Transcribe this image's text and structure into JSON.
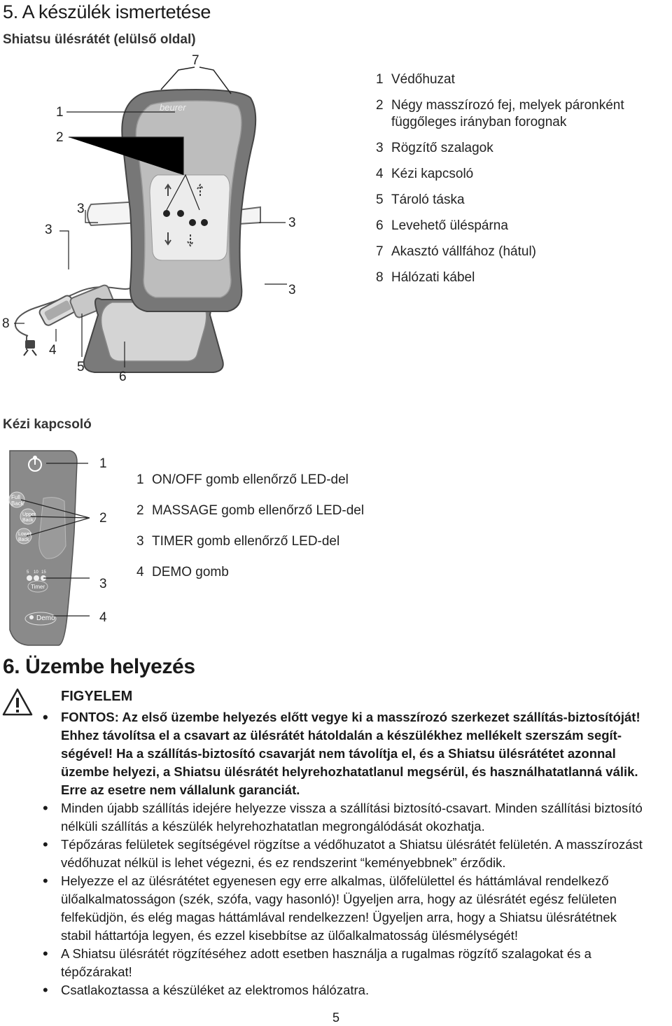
{
  "section5": {
    "title": "5. A készülék ismertetése",
    "subtitle_front": "Shiatsu ülésrátét (elülső oldal)",
    "callouts": {
      "c7": "7",
      "c1": "1",
      "c2": "2",
      "c3a": "3",
      "c3b": "3",
      "c3c": "3",
      "c3d": "3",
      "c8": "8",
      "c4": "4",
      "c5": "5",
      "c6": "6"
    },
    "brand": "beurer",
    "parts": [
      {
        "num": "1",
        "text": "Védőhuzat"
      },
      {
        "num": "2",
        "text": "Négy masszírozó fej, melyek páronként"
      },
      {
        "num": "",
        "text": "függőleges irányban forognak"
      },
      {
        "num": "3",
        "text": "Rögzítő szalagok"
      },
      {
        "num": "4",
        "text": "Kézi kapcsoló"
      },
      {
        "num": "5",
        "text": "Tároló táska"
      },
      {
        "num": "6",
        "text": "Levehető üléspárna"
      },
      {
        "num": "7",
        "text": "Akasztó vállfához (hátul)"
      },
      {
        "num": "8",
        "text": "Hálózati kábel"
      }
    ],
    "remote_title": "Kézi kapcsoló",
    "remote_callouts": [
      "1",
      "2",
      "3",
      "4"
    ],
    "remote_labels": {
      "full_back": "Full Back",
      "upper": "Upper Back",
      "lower": "Lower Back",
      "timer": "Timer",
      "demo": "Demo",
      "t5": "5",
      "t10": "10",
      "t15": "15"
    },
    "remote_parts": [
      {
        "num": "1",
        "text": "ON/OFF gomb ellenőrző LED-del"
      },
      {
        "num": "2",
        "text": "MASSAGE gomb ellenőrző LED-del"
      },
      {
        "num": "3",
        "text": "TIMER gomb ellenőrző LED-del"
      },
      {
        "num": "4",
        "text": "DEMO gomb"
      }
    ]
  },
  "section6": {
    "title": "6. Üzembe helyezés",
    "warning_title": "FIGYELEM",
    "b1_lines": [
      "FONTOS: Az első üzembe helyezés előtt vegye ki a masszírozó szerkezet szállítás-biztosítóját!",
      "Ehhez távolítsa el a csavart az ülésrátét hátoldalán a készülékhez mellékelt szerszám segít-",
      "ségével! Ha a szállítás-biztosító csavarját nem távolítja el, és a Shiatsu ülésrátétet azonnal",
      "üzembe helyezi, a Shiatsu ülésrátét helyrehozhatatlanul megsérül, és használhatatlanná válik.",
      "Erre az esetre nem vállalunk garanciát."
    ],
    "b2_lines": [
      "Minden újabb szállítás idejére helyezze vissza a szállítási biztosító-csavart. Minden szállítási biztosító",
      "nélküli szállítás a készülék helyrehozhatatlan megrongálódását okozhatja."
    ],
    "b3_lines": [
      "Tépőzáras felületek segítségével rögzítse a védőhuzatot a Shiatsu ülésrátét felületén. A masszírozást",
      "védőhuzat nélkül is lehet végezni, és ez rendszerint “keményebbnek” érződik."
    ],
    "b4_lines": [
      "Helyezze el az ülésrátétet egyenesen egy erre alkalmas, ülőfelülettel és háttámlával rendelkező",
      "ülőalkalmatosságon (szék, szófa, vagy hasonló)! Ügyeljen arra, hogy az ülésrátét egész felületen",
      "felfeküdjön, és elég magas háttámlával rendelkezzen! Ügyeljen arra, hogy a Shiatsu ülésrátétnek",
      "stabil háttartója legyen, és ezzel kisebbítse az ülőalkalmatosság ülésmélységét!"
    ],
    "b5_lines": [
      "A Shiatsu ülésrátét rögzítéséhez adott esetben használja a rugalmas rögzítő szalagokat és a",
      "tépőzárakat!"
    ],
    "b6_lines": [
      "Csatlakoztassa a készüléket az elektromos hálózatra."
    ]
  },
  "page_number": "5"
}
